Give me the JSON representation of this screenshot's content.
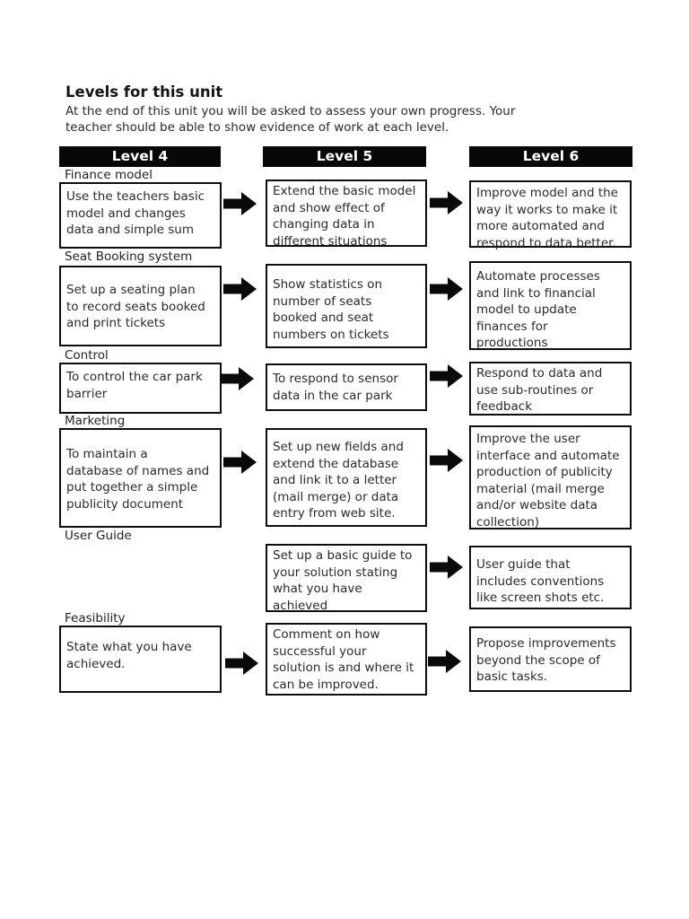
{
  "page": {
    "title": "Levels for this unit",
    "intro": "At the end of this unit you will be asked to assess your own progress. Your\nteacher should be able to show evidence of work at each level."
  },
  "levels": [
    "Level 4",
    "Level 5",
    "Level 6"
  ],
  "rows": [
    {
      "category": "Finance model",
      "cells": [
        "Use the teachers basic\nmodel and changes\ndata and simple sum",
        "Extend the basic model\nand show effect of\nchanging data in\ndifferent situations",
        "Improve model and the\nway it works to make it\nmore automated and\nrespond to data better."
      ]
    },
    {
      "category": "Seat Booking system",
      "cells": [
        "Set up a seating plan\nto record seats booked\nand print tickets",
        "Show statistics on\nnumber of seats\nbooked and seat\nnumbers on tickets",
        "Automate processes\nand link to financial\nmodel to update\nfinances for\nproductions"
      ]
    },
    {
      "category": "Control",
      "cells": [
        "To control the car park\nbarrier",
        "To respond to sensor\ndata in the car park",
        "Respond to data and\nuse sub-routines or\nfeedback"
      ]
    },
    {
      "category": "Marketing",
      "cells": [
        "To maintain a\ndatabase of names and\nput together a simple\npublicity document",
        "Set up new fields and\nextend the database\nand link it to a letter\n(mail merge) or data\nentry from web site.",
        "Improve the user\ninterface and automate\nproduction of publicity\nmaterial (mail merge\nand/or website data\ncollection)"
      ]
    },
    {
      "category": "User Guide",
      "cells": [
        null,
        "Set up a basic guide to\nyour solution stating\nwhat you have\nachieved",
        "User guide that\nincludes conventions\nlike screen shots etc."
      ]
    },
    {
      "category": "Feasibility",
      "cells": [
        "State what you have\nachieved.",
        "Comment on how\nsuccessful your\nsolution is and where it\ncan be improved.",
        "Propose improvements\nbeyond the scope of\nbasic tasks."
      ]
    }
  ],
  "colors": {
    "background": "#ffffff",
    "header_bg": "#070707",
    "header_text": "#ffffff",
    "box_border": "#0d0d0d",
    "text": "#2a2a2a",
    "arrow": "#0a0a0a"
  }
}
